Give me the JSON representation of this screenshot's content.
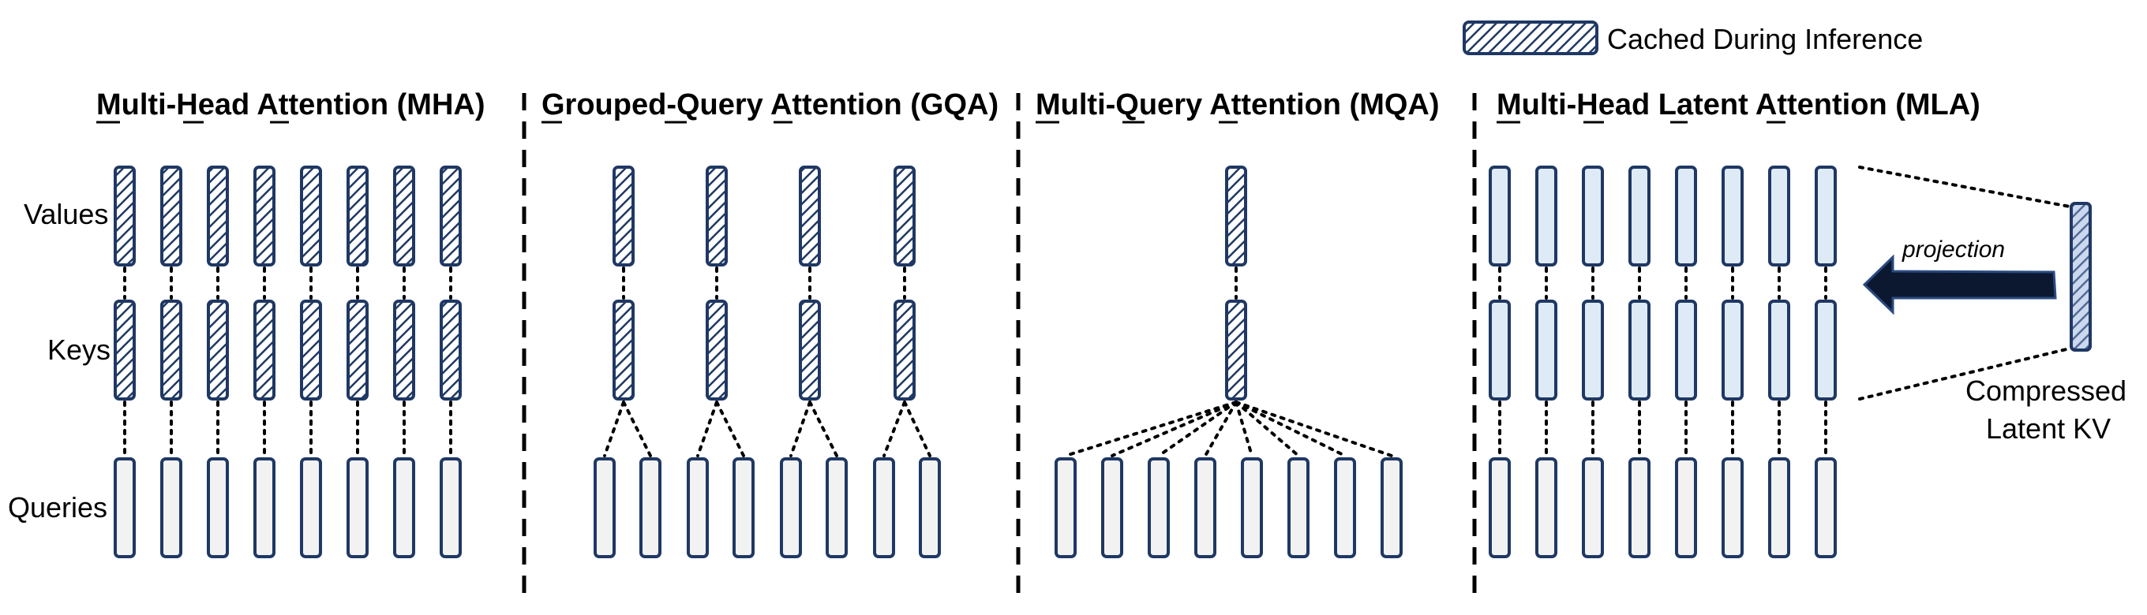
{
  "legend": {
    "label": "Cached During Inference"
  },
  "row_labels": {
    "values": "Values",
    "keys": "Keys",
    "queries": "Queries"
  },
  "sections": [
    {
      "id": "mha",
      "title": "Multi-Head Attention (MHA)",
      "underlined_initials": [
        "M",
        "H",
        "A"
      ],
      "heads": 8,
      "kv_groups": 8,
      "kv_cached": true
    },
    {
      "id": "gqa",
      "title": "Grouped-Query Attention (GQA)",
      "underlined_initials": [
        "G",
        "Q",
        "A"
      ],
      "heads": 8,
      "kv_groups": 4,
      "kv_cached": true
    },
    {
      "id": "mqa",
      "title": "Multi-Query Attention (MQA)",
      "underlined_initials": [
        "M",
        "Q",
        "A"
      ],
      "heads": 8,
      "kv_groups": 1,
      "kv_cached": true
    },
    {
      "id": "mla",
      "title": "Multi-Head Latent Attention (MLA)",
      "underlined_initials": [
        "M",
        "H",
        "L",
        "A"
      ],
      "heads": 8,
      "kv_groups": 8,
      "kv_cached": false
    }
  ],
  "mla": {
    "projection_label": "projection",
    "latent_label_line1": "Compressed",
    "latent_label_line2": "Latent KV",
    "latent_cached": true
  },
  "colors": {
    "stroke": "#1f3864",
    "query_fill": "#f2f2f2",
    "mla_kv_fill": "#deebf7",
    "latent_fill": "#8fa8d6",
    "arrow_fill": "#0b1830"
  }
}
